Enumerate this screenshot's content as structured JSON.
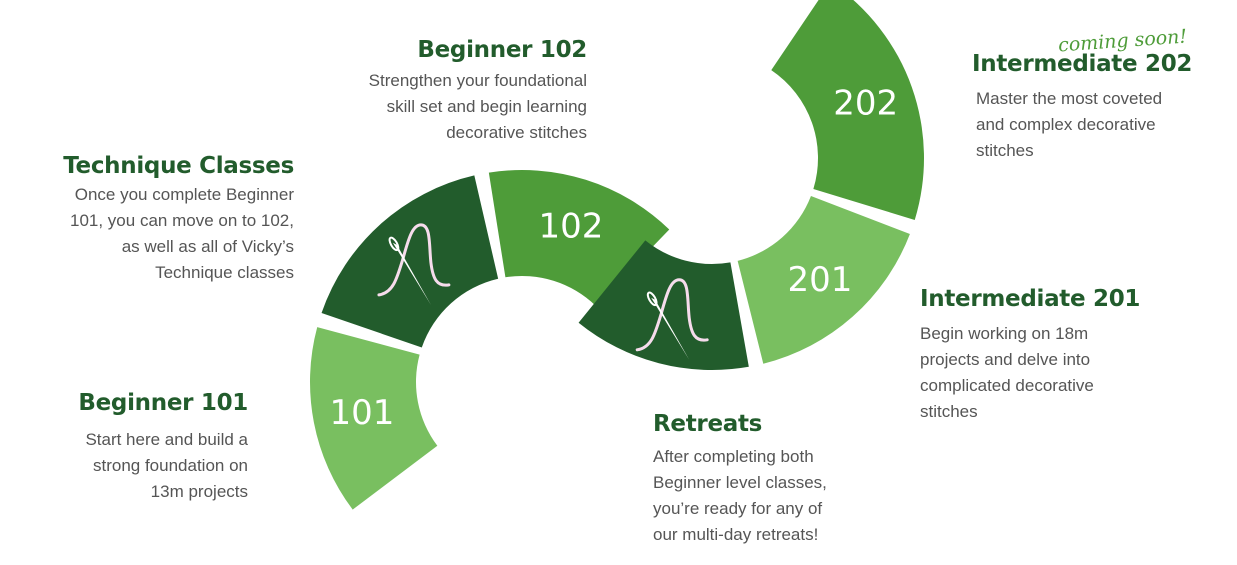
{
  "colors": {
    "light": "#79bf60",
    "mid": "#4e9c39",
    "dark": "#225c2c",
    "thread": "#f6dcec",
    "needle": "#ffffff"
  },
  "segments": [
    {
      "id": "101",
      "label": "101",
      "color": "light"
    },
    {
      "id": "technique",
      "icon": "needle-thread-icon",
      "color": "dark"
    },
    {
      "id": "102",
      "label": "102",
      "color": "mid"
    },
    {
      "id": "retreats",
      "icon": "needle-thread-icon",
      "color": "dark"
    },
    {
      "id": "201",
      "label": "201",
      "color": "light"
    },
    {
      "id": "202",
      "label": "202",
      "color": "mid"
    }
  ],
  "blocks": {
    "beginner102": {
      "title": "Beginner 102",
      "lines": [
        "Strengthen your foundational",
        "skill set and begin learning",
        "decorative stitches"
      ]
    },
    "technique": {
      "title": "Technique Classes",
      "lines": [
        "Once you complete Beginner",
        "101, you can move on to 102,",
        "as well as all of Vicky’s",
        "Technique classes"
      ]
    },
    "beginner101": {
      "title": "Beginner 101",
      "lines": [
        "Start here and build a",
        "strong foundation on",
        "13m projects"
      ]
    },
    "retreats": {
      "title": "Retreats",
      "lines": [
        "After completing both",
        "Beginner level classes,",
        "you’re ready for any of",
        "our multi-day retreats!"
      ]
    },
    "intermediate201": {
      "title": "Intermediate 201",
      "lines": [
        "Begin working on 18m",
        "projects and delve into",
        "complicated decorative",
        "stitches"
      ]
    },
    "intermediate202": {
      "title": "Intermediate 202",
      "badge": "coming soon!",
      "lines": [
        "Master the most coveted",
        "and complex decorative",
        "stitches"
      ]
    }
  }
}
